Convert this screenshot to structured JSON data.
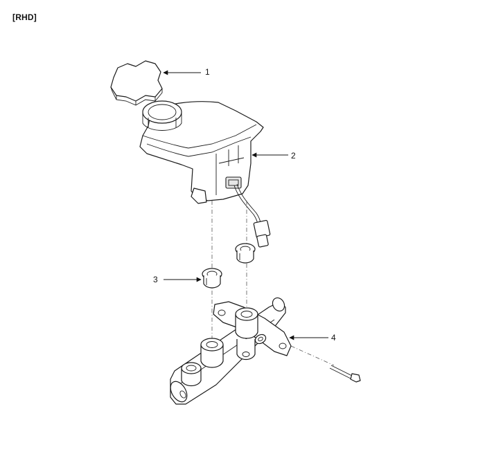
{
  "header": {
    "tag": "[RHD]"
  },
  "callouts": [
    {
      "id": "1",
      "label": "1"
    },
    {
      "id": "2",
      "label": "2"
    },
    {
      "id": "3",
      "label": "3"
    },
    {
      "id": "4",
      "label": "4"
    }
  ],
  "colors": {
    "line": "#1a1a1a",
    "shade": "#e6e6e6",
    "background": "#ffffff"
  }
}
